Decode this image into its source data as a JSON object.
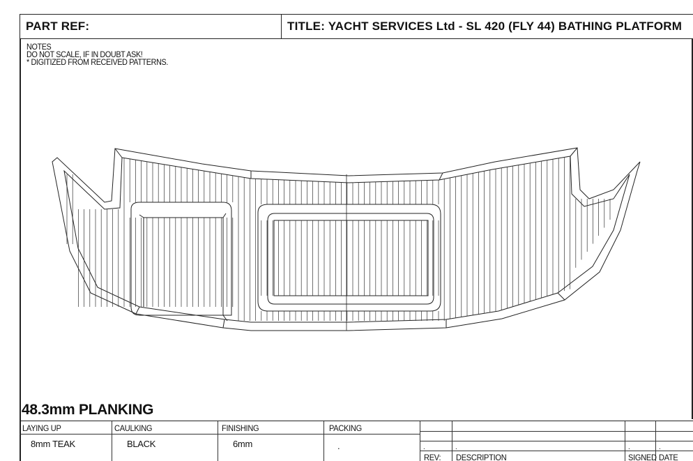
{
  "header": {
    "part_ref_label": "PART REF:",
    "title": "TITLE:  YACHT SERVICES Ltd - SL 420 (FLY 44) BATHING PLATFORM"
  },
  "notes": {
    "heading": "NOTES",
    "line1": "DO NOT SCALE, IF IN DOUBT ASK!",
    "line2": "* DIGITIZED FROM RECEIVED PATTERNS."
  },
  "planking_label": "48.3mm PLANKING",
  "title_block": {
    "laying_up_label": "LAYING UP",
    "laying_up_value": "8mm TEAK",
    "caulking_label": "CAULKING",
    "caulking_value": "BLACK",
    "finishing_label": "FINISHING",
    "finishing_value": "6mm",
    "packing_label": "PACKING",
    "packing_value": ".",
    "rev_label": "REV:",
    "description_label": "DESCRIPTION",
    "signed_label": "SIGNED",
    "date_label": "DATE"
  }
}
